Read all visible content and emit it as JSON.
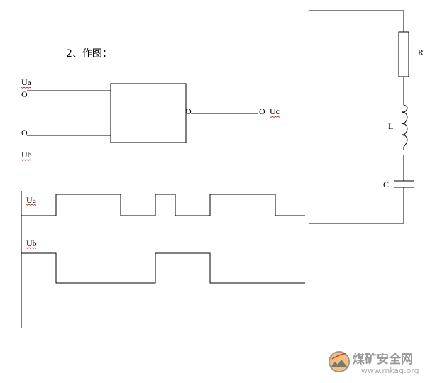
{
  "title": "2、作图：",
  "gate": {
    "input_a": "Ua",
    "input_b": "Ub",
    "output": "Uc",
    "terminal": "O"
  },
  "waveforms": {
    "ua_label": "Ua",
    "ub_label": "Ub",
    "ua_levels": [
      0,
      1,
      0,
      1,
      0,
      1,
      0
    ],
    "ub_levels": [
      1,
      0,
      1,
      0
    ]
  },
  "circuit": {
    "resistor": "R",
    "inductor": "L",
    "capacitor": "C"
  },
  "watermark": {
    "name": "煤矿安全网",
    "url": "www.mkaq.org"
  }
}
